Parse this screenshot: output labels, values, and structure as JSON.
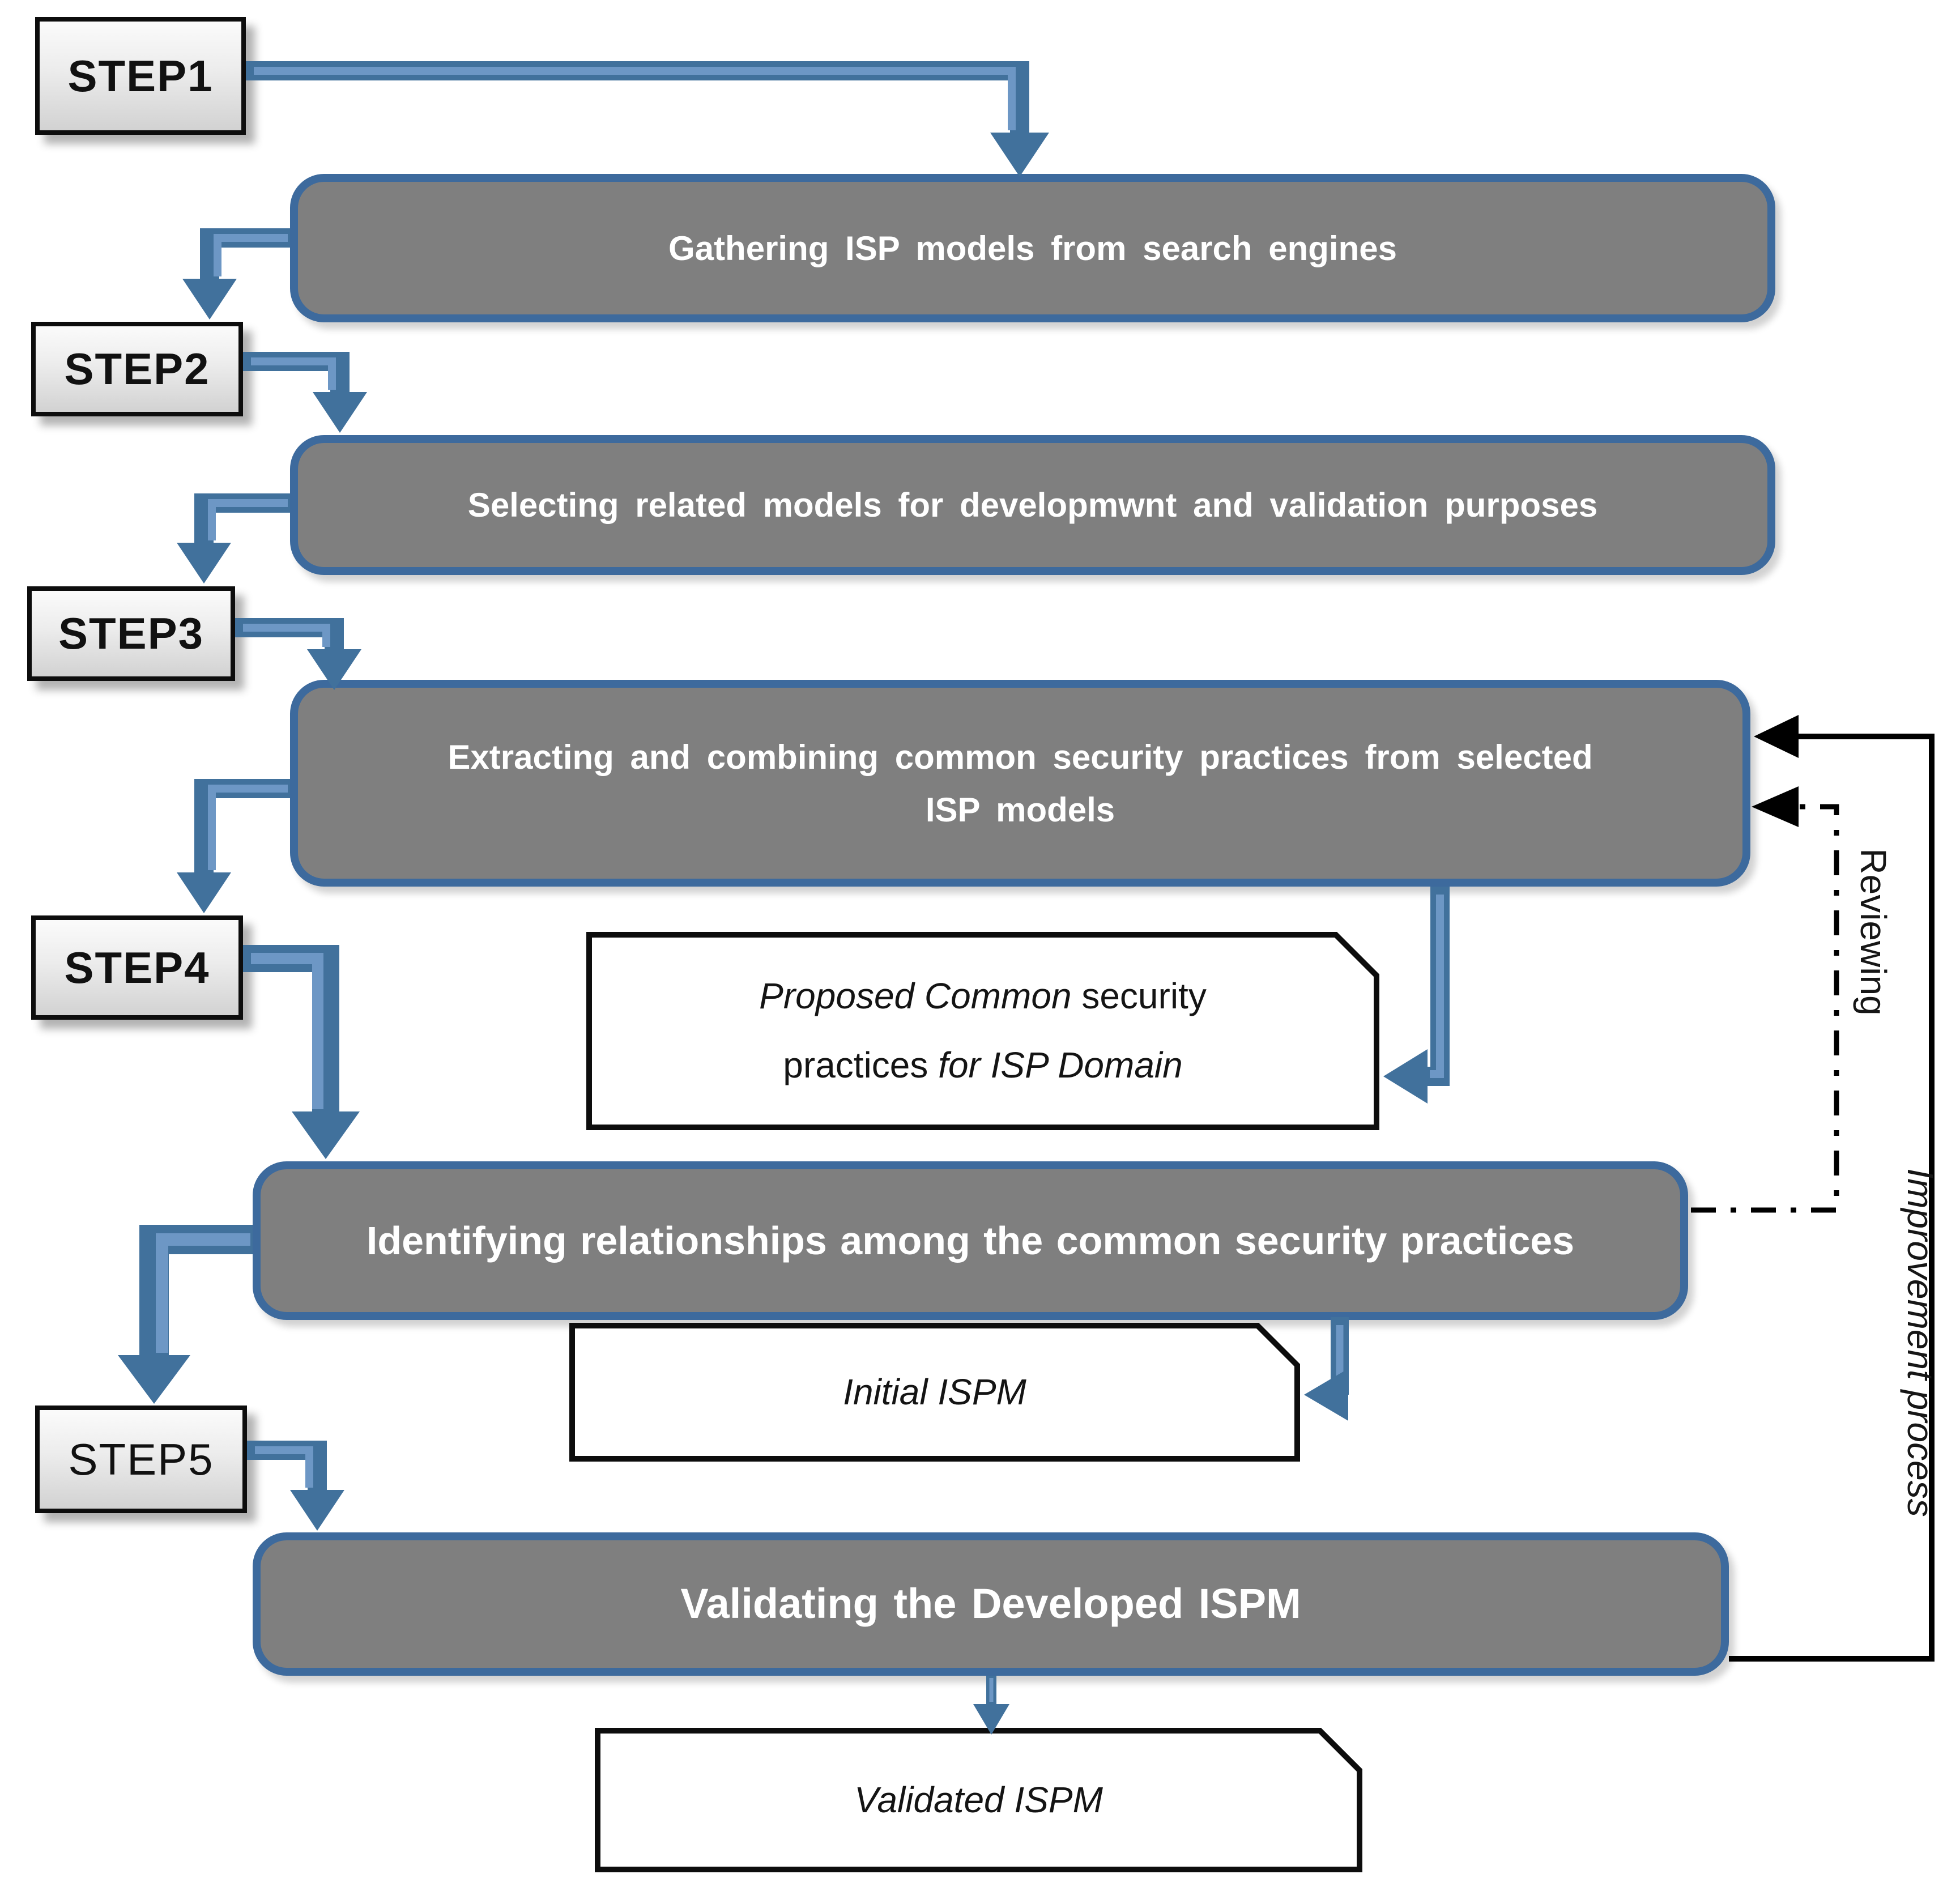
{
  "steps": {
    "s1": "STEP1",
    "s2": "STEP2",
    "s3": "STEP3",
    "s4": "STEP4",
    "s5": "STEP5"
  },
  "process": {
    "gathering": {
      "line1": "Gathering ISP models from search engines"
    },
    "selecting": {
      "line1": "Selecting related models for developmwnt and validation purposes"
    },
    "extracting": {
      "line1": "Extracting and combining common security practices from selected",
      "line2": "ISP models"
    },
    "identifying": {
      "line1": "Identifying relationships among the common security practices"
    },
    "validating": {
      "line1": "Validating the Developed ISPM"
    }
  },
  "outputs": {
    "proposed": {
      "line1": [
        {
          "t": "Proposed Common ",
          "i": true
        },
        {
          "t": "security",
          "i": false
        }
      ],
      "line2": [
        {
          "t": "practices ",
          "i": false
        },
        {
          "t": "for ISP Domain",
          "i": true
        }
      ]
    },
    "initial": {
      "text": "Initial ISPM"
    },
    "validated": {
      "text": "Validated ISPM"
    }
  },
  "labels": {
    "reviewing": "Reviewing",
    "improvement": "Improvement process"
  },
  "colors": {
    "process_fill": "#7f7f7f",
    "process_border": "#3d6a9d",
    "arrow_main": "#41719c",
    "arrow_highlight": "#6d97c5",
    "feedback_line": "#000000",
    "step_fill": "#e8e8e8",
    "step_border": "#0d0d0d"
  }
}
